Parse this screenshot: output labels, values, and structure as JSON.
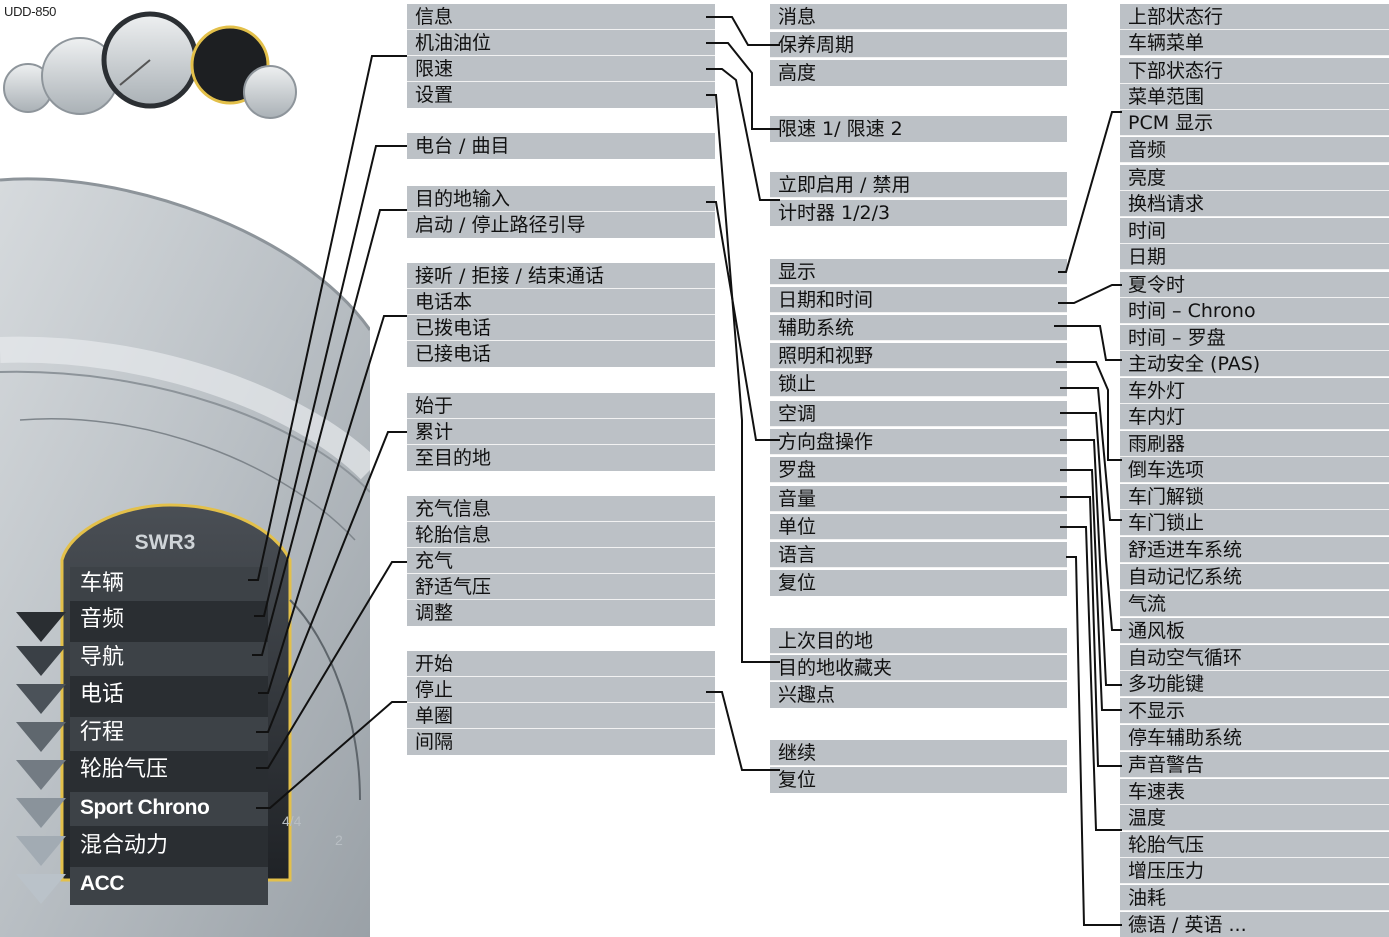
{
  "code_label": "UDD-850",
  "radio_station": "SWR3",
  "dashboard_menu": [
    {
      "label": "车辆"
    },
    {
      "label": "音频"
    },
    {
      "label": "导航"
    },
    {
      "label": "电话"
    },
    {
      "label": "行程"
    },
    {
      "label": "轮胎气压"
    },
    {
      "label": "Sport Chrono"
    },
    {
      "label": "混合动力"
    },
    {
      "label": "ACC"
    }
  ],
  "col1": [
    [
      "信息",
      "机油油位",
      "限速",
      "设置"
    ],
    [
      "电台 / 曲目"
    ],
    [
      "目的地输入",
      "启动 / 停止路径引导"
    ],
    [
      "接听 / 拒接 / 结束通话",
      "电话本",
      "已拨电话",
      "已接电话"
    ],
    [
      "始于",
      "累计",
      "至目的地"
    ],
    [
      "充气信息",
      "轮胎信息",
      "充气",
      "舒适气压",
      "调整"
    ],
    [
      "开始",
      "停止",
      "单圈",
      "间隔"
    ]
  ],
  "col2": [
    [
      "消息",
      "保养周期",
      "高度"
    ],
    [
      "限速 1/ 限速 2"
    ],
    [
      "立即启用 / 禁用",
      "计时器 1/2/3"
    ],
    [
      "显示",
      "日期和时间",
      "辅助系统",
      "照明和视野",
      "锁止",
      "空调",
      "方向盘操作",
      "罗盘",
      "音量",
      "单位",
      "语言",
      "复位"
    ],
    [
      "上次目的地",
      "目的地收藏夹",
      "兴趣点"
    ],
    [
      "继续",
      "复位"
    ]
  ],
  "col3": [
    "上部状态行",
    "车辆菜单",
    "下部状态行",
    "菜单范围",
    "PCM 显示",
    "音频",
    "亮度",
    "换档请求",
    "时间",
    "日期",
    "夏令时",
    "时间 – Chrono",
    "时间 – 罗盘",
    "主动安全 (PAS)",
    "车外灯",
    "车内灯",
    "雨刷器",
    "倒车选项",
    "车门解锁",
    "车门锁止",
    "舒适进车系统",
    "自动记忆系统",
    "气流",
    "通风板",
    "自动空气循环",
    "多功能键",
    "不显示",
    "停车辅助系统",
    "声音警告",
    "车速表",
    "温度",
    "轮胎气压",
    "增压压力",
    "油耗",
    "德语 / 英语 ..."
  ],
  "colors": {
    "row_bg": "#bcc1c6",
    "connector": "#111111",
    "dash_panel": "#2b2f33",
    "gauge_accent": "#e3c04a"
  }
}
